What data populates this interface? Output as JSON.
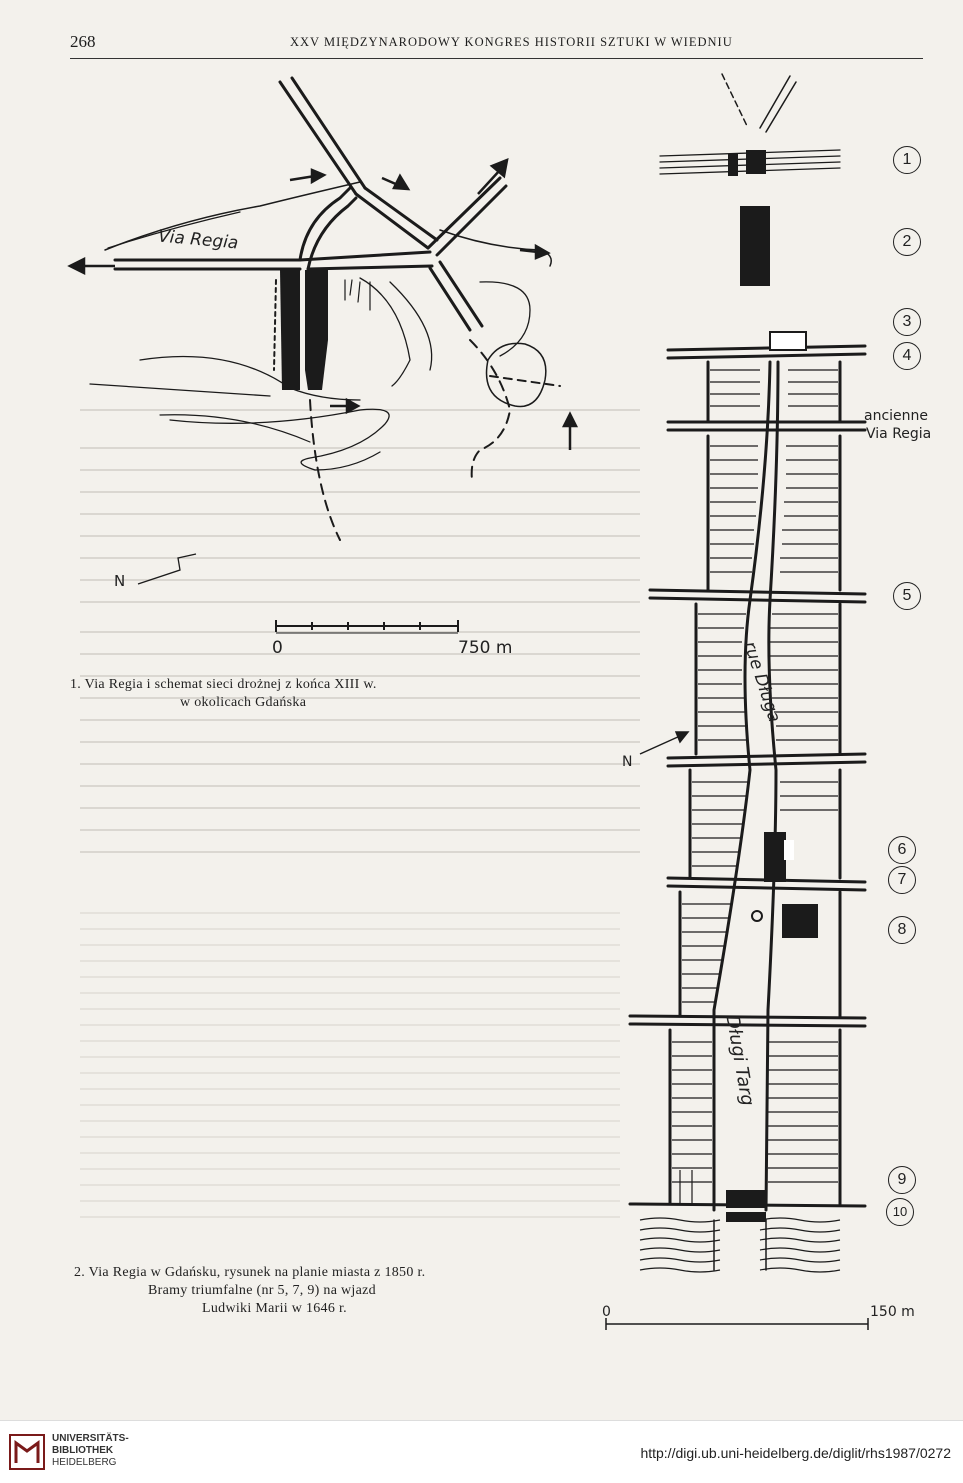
{
  "header": {
    "page_number": "268",
    "running_title": "XXV MIĘDZYNARODOWY KONGRES HISTORII SZTUKI W WIEDNIU"
  },
  "figure1": {
    "via_regia_label": "Via Regia",
    "north_label": "N",
    "scale_zero": "0",
    "scale_end": "750 m",
    "caption_line1": "1. Via Regia i schemat sieci drożnej z końca XIII w.",
    "caption_line2": "w okolicach Gdańska"
  },
  "figure2": {
    "ancienne_label": "ancienne",
    "via_regia_label": "Via Regia",
    "rue_dluga_label": "rue Długa",
    "dlugi_targ_label": "Długi Targ",
    "north_label": "N",
    "scale_zero": "0",
    "scale_end": "150 m",
    "numbers": [
      "1",
      "2",
      "3",
      "4",
      "5",
      "6",
      "7",
      "8",
      "9",
      "10"
    ],
    "caption_line1": "2. Via Regia w Gdańsku, rysunek na planie miasta z 1850 r.",
    "caption_line2": "Bramy triumfalne (nr 5, 7, 9) na wjazd",
    "caption_line3": "Ludwiki Marii w 1646 r."
  },
  "footer": {
    "library_line1": "UNIVERSITÄTS-",
    "library_line2": "BIBLIOTHEK",
    "library_line3": "HEIDELBERG",
    "url": "http://digi.ub.uni-heidelberg.de/diglit/rhs1987/0272"
  }
}
